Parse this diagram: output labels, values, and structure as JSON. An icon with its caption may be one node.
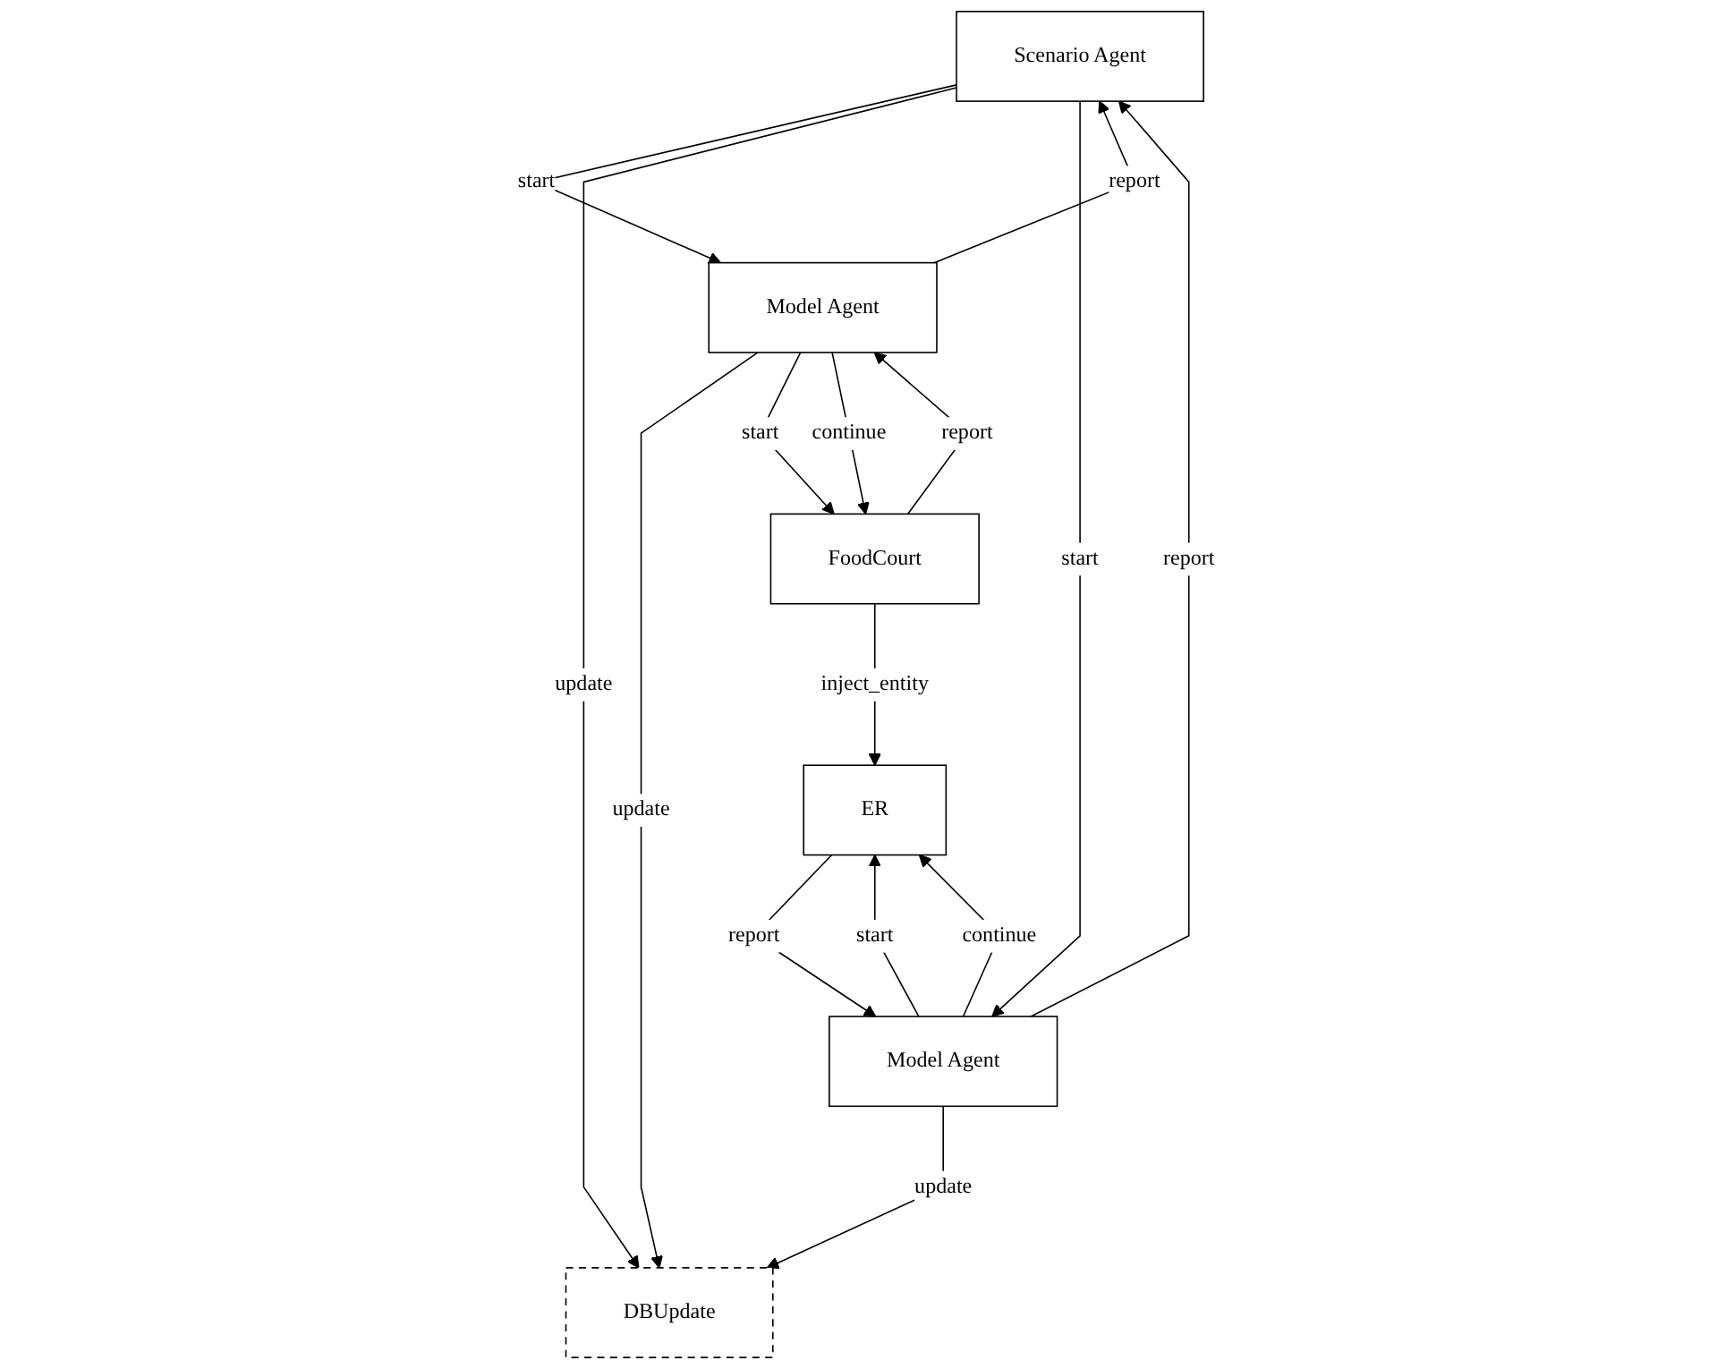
{
  "diagram": {
    "nodes": [
      {
        "text": [
          "Scenario Agent"
        ]
      },
      {
        "text": [
          "Model Agent"
        ]
      },
      {
        "text": [
          "DBUpdate"
        ]
      },
      {
        "text": [
          "Model Agent"
        ]
      },
      {
        "text": [
          "FoodCourt"
        ]
      },
      {
        "text": [
          "ER"
        ]
      }
    ],
    "edges": [
      {
        "from": 0,
        "to": 1,
        "arrow": "to",
        "label": "start"
      },
      {
        "from": 1,
        "to": 0,
        "arrow": "to",
        "label": "report"
      },
      {
        "from": 0,
        "to": 2,
        "arrow": "to",
        "label": "update"
      },
      {
        "from": 0,
        "to": 3,
        "arrow": "to",
        "label": "start"
      },
      {
        "from": 3,
        "to": 0,
        "arrow": "to",
        "label": "report"
      },
      {
        "from": 1,
        "to": 2,
        "arrow": "to",
        "label": "update"
      },
      {
        "from": 3,
        "to": 2,
        "arrow": "to",
        "label": "update"
      },
      {
        "from": 1,
        "to": 4,
        "arrow": "to",
        "label": "start"
      },
      {
        "from": 4,
        "to": 1,
        "arrow": "to",
        "label": "report"
      },
      {
        "from": 1,
        "to": 4,
        "arrow": "to",
        "label": "continue"
      },
      {
        "from": 3,
        "to": 5,
        "arrow": "to",
        "label": "start"
      },
      {
        "from": 5,
        "to": 3,
        "arrow": "to",
        "label": "report"
      },
      {
        "from": 3,
        "to": 5,
        "arrow": "to",
        "label": "continue"
      },
      {
        "from": 4,
        "to": 5,
        "arrow": "to",
        "label": "inject_entity"
      }
    ]
  }
}
